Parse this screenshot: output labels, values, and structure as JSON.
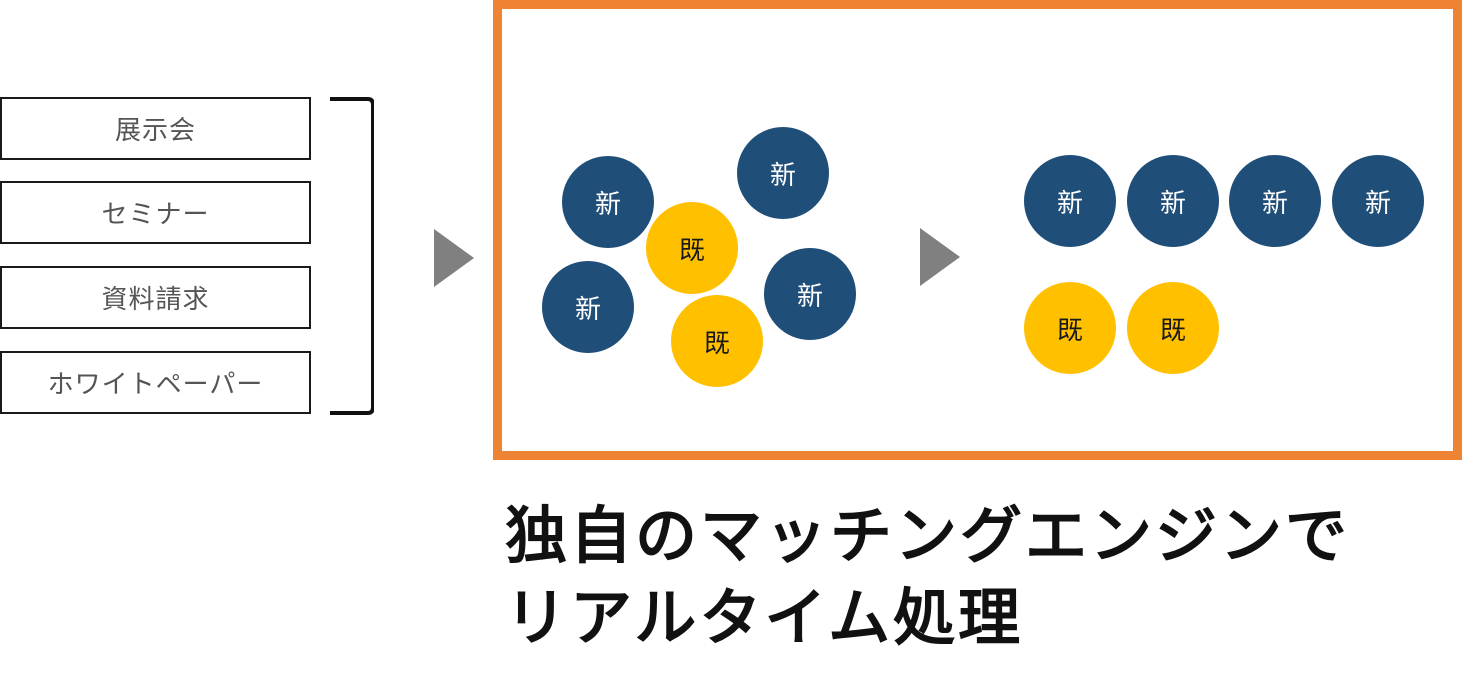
{
  "sources": [
    {
      "label": "展示会"
    },
    {
      "label": "セミナー"
    },
    {
      "label": "資料請求"
    },
    {
      "label": "ホワイトペーパー"
    }
  ],
  "mixed_circles": [
    {
      "kind": "new",
      "label": "新"
    },
    {
      "kind": "new",
      "label": "新"
    },
    {
      "kind": "existing",
      "label": "既"
    },
    {
      "kind": "new",
      "label": "新"
    },
    {
      "kind": "new",
      "label": "新"
    },
    {
      "kind": "existing",
      "label": "既"
    }
  ],
  "sorted_circles": {
    "new_row": [
      {
        "kind": "new",
        "label": "新"
      },
      {
        "kind": "new",
        "label": "新"
      },
      {
        "kind": "new",
        "label": "新"
      },
      {
        "kind": "new",
        "label": "新"
      }
    ],
    "existing_row": [
      {
        "kind": "existing",
        "label": "既"
      },
      {
        "kind": "existing",
        "label": "既"
      }
    ]
  },
  "headline": {
    "line1": "独自のマッチングエンジンで",
    "line2": "リアルタイム処理"
  },
  "colors": {
    "new": "#1f4e79",
    "existing": "#ffc000",
    "frame": "#ee8333",
    "arrow": "#808080"
  }
}
